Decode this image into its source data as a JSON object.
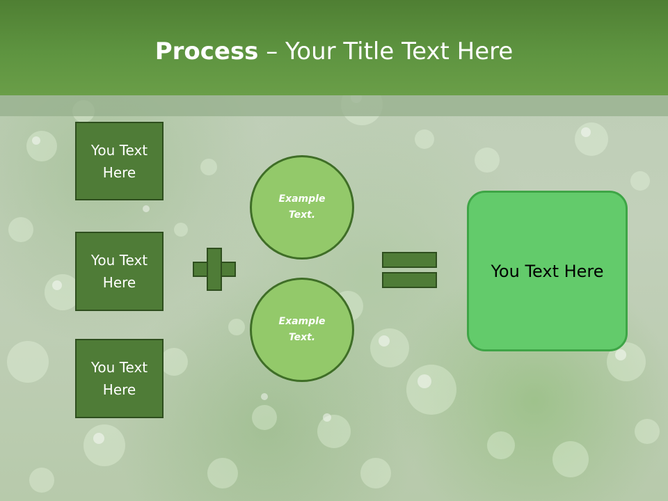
{
  "title": {
    "bold": "Process",
    "rest": " – Your Title Text Here"
  },
  "inputs": [
    {
      "line1": "You Text",
      "line2": "Here"
    },
    {
      "line1": "You Text",
      "line2": "Here"
    },
    {
      "line1": "You Text",
      "line2": "Here"
    }
  ],
  "circles": [
    {
      "line1": "Example",
      "line2": "Text."
    },
    {
      "line1": "Example",
      "line2": "Text."
    }
  ],
  "result": {
    "text": "You Text Here"
  },
  "colors": {
    "header": "#5e9440",
    "box": "#4f7c37",
    "box_border": "#2e4e1e",
    "circle": "#93c96a",
    "result": "#63cb6b"
  }
}
